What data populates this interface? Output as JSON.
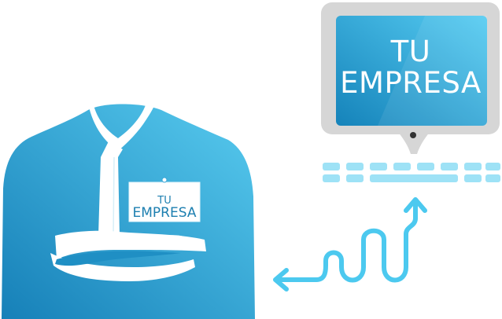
{
  "person": {
    "badge": {
      "line1": "TU",
      "line2": "EMPRESA"
    }
  },
  "monitor": {
    "screen": {
      "line1": "TU",
      "line2": "EMPRESA"
    }
  },
  "colors": {
    "blue_light": "#54c8ee",
    "blue_dark": "#1a86bd",
    "arrow": "#4cc9ef",
    "monitor_frame": "#d6d6d6",
    "keyboard_key": "#9ee2f6"
  },
  "icons": {
    "person": "businessman-crossed-arms-icon",
    "computer": "computer-monitor-icon",
    "keyboard": "keyboard-icon",
    "arrow": "squiggly-two-way-arrow-icon"
  }
}
